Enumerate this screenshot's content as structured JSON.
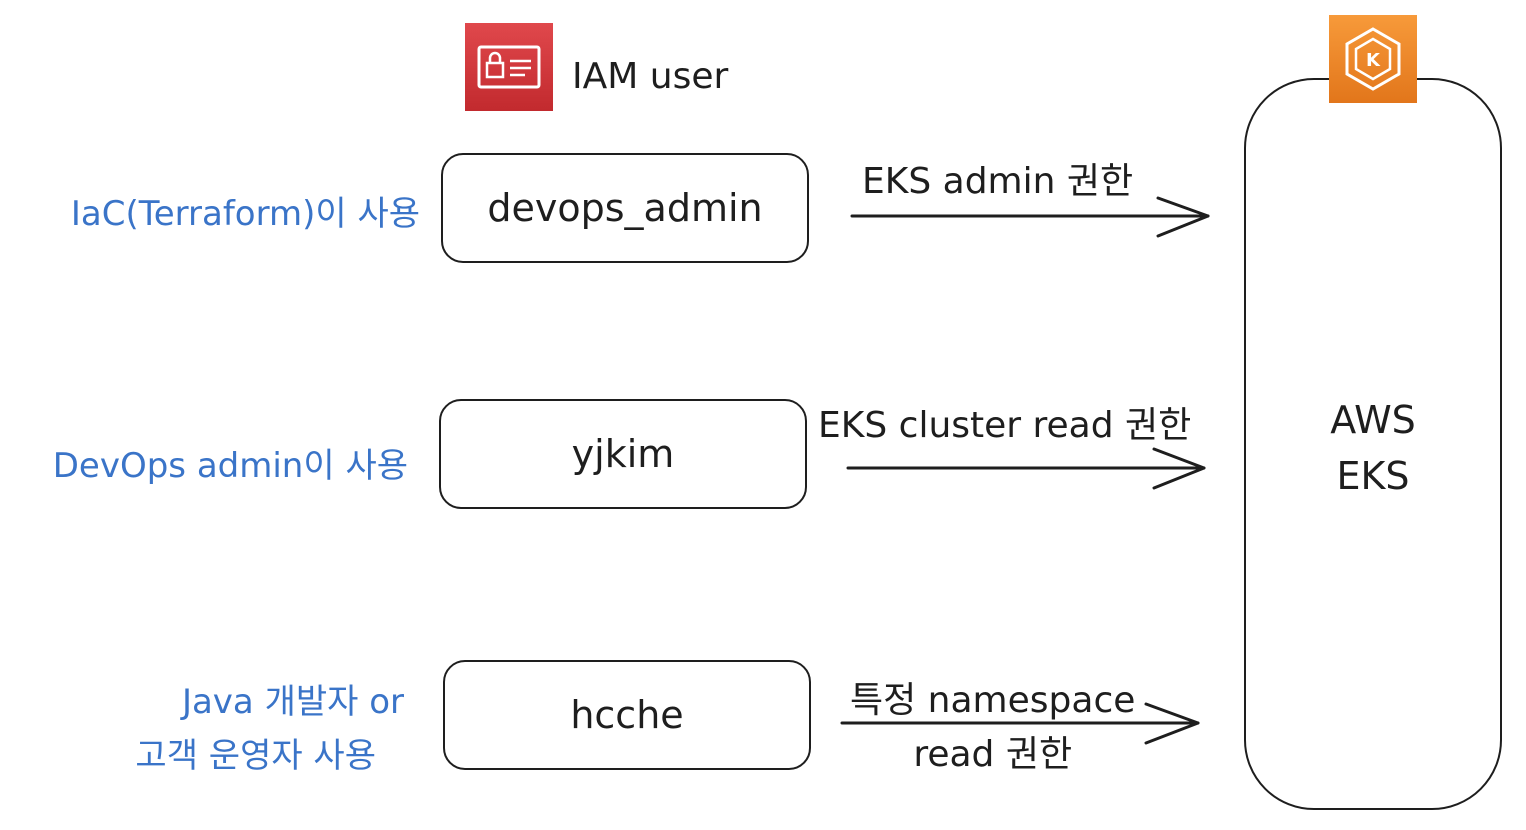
{
  "header": {
    "iam_icon": "iam-user-icon",
    "iam_label": "IAM user"
  },
  "eks": {
    "icon": "eks-icon",
    "label_line1": "AWS",
    "label_line2": "EKS"
  },
  "users": [
    {
      "name": "devops_admin",
      "description": "IaC(Terraform)이 사용",
      "permission": "EKS admin 권한"
    },
    {
      "name": "yjkim",
      "description": "DevOps admin이 사용",
      "permission": "EKS cluster read 권한"
    },
    {
      "name": "hcche",
      "description_line1": "Java 개발자 or",
      "description_line2": "고객 운영자 사용",
      "permission_line1": "특정 namespace",
      "permission_line2": "read 권한"
    }
  ],
  "colors": {
    "description_text": "#3a74c8",
    "iam_icon": "#d63a3e",
    "eks_icon": "#ed8a2d",
    "stroke": "#1e1e1e"
  }
}
